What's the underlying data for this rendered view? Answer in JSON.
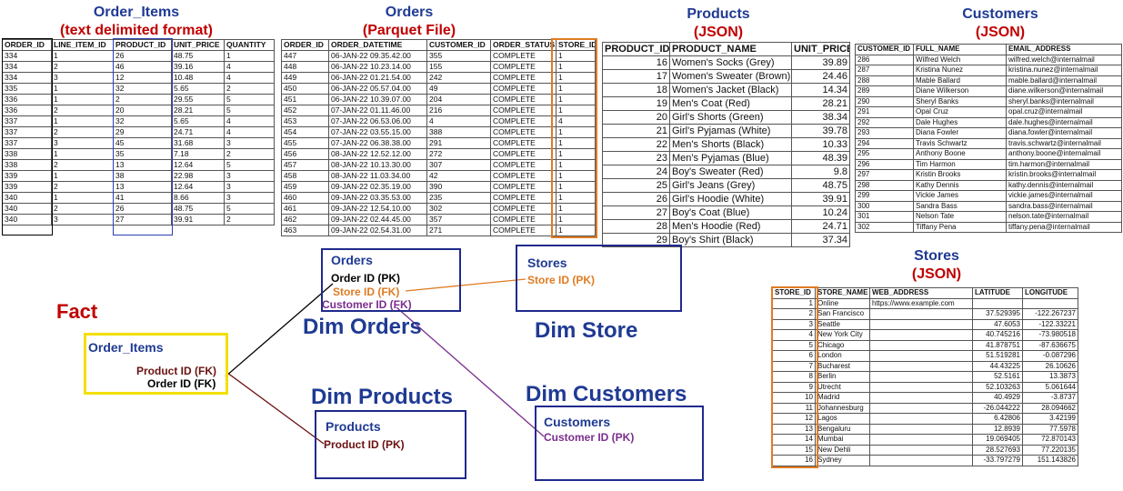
{
  "titles": {
    "order_items": [
      "Order_Items",
      "(text delimited format)"
    ],
    "orders": [
      "Orders",
      "(Parquet File)"
    ],
    "products": [
      "Products",
      "(JSON)"
    ],
    "customers": [
      "Customers",
      "(JSON)"
    ],
    "stores": [
      "Stores",
      "(JSON)"
    ]
  },
  "tables": {
    "order_items": {
      "headers": [
        "ORDER_ID",
        "LINE_ITEM_ID",
        "PRODUCT_ID",
        "UNIT_PRICE",
        "QUANTITY"
      ],
      "rows": [
        [
          "334",
          "1",
          "26",
          "48.75",
          "1"
        ],
        [
          "334",
          "2",
          "46",
          "39.16",
          "4"
        ],
        [
          "334",
          "3",
          "12",
          "10.48",
          "4"
        ],
        [
          "335",
          "1",
          "32",
          "5.65",
          "2"
        ],
        [
          "336",
          "1",
          "2",
          "29.55",
          "5"
        ],
        [
          "336",
          "2",
          "20",
          "28.21",
          "5"
        ],
        [
          "337",
          "1",
          "32",
          "5.65",
          "4"
        ],
        [
          "337",
          "2",
          "29",
          "24.71",
          "4"
        ],
        [
          "337",
          "3",
          "45",
          "31.68",
          "3"
        ],
        [
          "338",
          "1",
          "35",
          "7.18",
          "2"
        ],
        [
          "338",
          "2",
          "13",
          "12.64",
          "5"
        ],
        [
          "339",
          "1",
          "38",
          "22.98",
          "3"
        ],
        [
          "339",
          "2",
          "13",
          "12.64",
          "3"
        ],
        [
          "340",
          "1",
          "41",
          "8.66",
          "3"
        ],
        [
          "340",
          "2",
          "26",
          "48.75",
          "5"
        ],
        [
          "340",
          "3",
          "27",
          "39.91",
          "2"
        ]
      ]
    },
    "orders": {
      "headers": [
        "ORDER_ID",
        "ORDER_DATETIME",
        "CUSTOMER_ID",
        "ORDER_STATUS",
        "STORE_ID"
      ],
      "rows": [
        [
          "447",
          "06-JAN-22 09.35.42.00",
          "355",
          "COMPLETE",
          "1"
        ],
        [
          "448",
          "06-JAN-22 10.23.14.00",
          "155",
          "COMPLETE",
          "1"
        ],
        [
          "449",
          "06-JAN-22 01.21.54.00",
          "242",
          "COMPLETE",
          "1"
        ],
        [
          "450",
          "06-JAN-22 05.57.04.00",
          "49",
          "COMPLETE",
          "1"
        ],
        [
          "451",
          "06-JAN-22 10.39.07.00",
          "204",
          "COMPLETE",
          "1"
        ],
        [
          "452",
          "07-JAN-22 01.11.46.00",
          "216",
          "COMPLETE",
          "1"
        ],
        [
          "453",
          "07-JAN-22 06.53.06.00",
          "4",
          "COMPLETE",
          "4"
        ],
        [
          "454",
          "07-JAN-22 03.55.15.00",
          "388",
          "COMPLETE",
          "1"
        ],
        [
          "455",
          "07-JAN-22 06.38.38.00",
          "291",
          "COMPLETE",
          "1"
        ],
        [
          "456",
          "08-JAN-22 12.52.12.00",
          "272",
          "COMPLETE",
          "1"
        ],
        [
          "457",
          "08-JAN-22 10.13.30.00",
          "307",
          "COMPLETE",
          "1"
        ],
        [
          "458",
          "08-JAN-22 11.03.34.00",
          "42",
          "COMPLETE",
          "1"
        ],
        [
          "459",
          "09-JAN-22 02.35.19.00",
          "390",
          "COMPLETE",
          "1"
        ],
        [
          "460",
          "09-JAN-22 03.35.53.00",
          "235",
          "COMPLETE",
          "1"
        ],
        [
          "461",
          "09-JAN-22 12.54.10.00",
          "302",
          "COMPLETE",
          "1"
        ],
        [
          "462",
          "09-JAN-22 02.44.45.00",
          "357",
          "COMPLETE",
          "1"
        ],
        [
          "463",
          "09-JAN-22 02.54.31.00",
          "271",
          "COMPLETE",
          "1"
        ]
      ]
    },
    "products": {
      "headers": [
        "PRODUCT_ID",
        "PRODUCT_NAME",
        "UNIT_PRICE"
      ],
      "rows": [
        [
          "16",
          "Women's Socks (Grey)",
          "39.89"
        ],
        [
          "17",
          "Women's Sweater (Brown)",
          "24.46"
        ],
        [
          "18",
          "Women's Jacket (Black)",
          "14.34"
        ],
        [
          "19",
          "Men's Coat (Red)",
          "28.21"
        ],
        [
          "20",
          "Girl's Shorts (Green)",
          "38.34"
        ],
        [
          "21",
          "Girl's Pyjamas (White)",
          "39.78"
        ],
        [
          "22",
          "Men's Shorts (Black)",
          "10.33"
        ],
        [
          "23",
          "Men's Pyjamas (Blue)",
          "48.39"
        ],
        [
          "24",
          "Boy's Sweater (Red)",
          "9.8"
        ],
        [
          "25",
          "Girl's Jeans (Grey)",
          "48.75"
        ],
        [
          "26",
          "Girl's Hoodie (White)",
          "39.91"
        ],
        [
          "27",
          "Boy's Coat (Blue)",
          "10.24"
        ],
        [
          "28",
          "Men's Hoodie (Red)",
          "24.71"
        ],
        [
          "29",
          "Boy's Shirt (Black)",
          "37.34"
        ]
      ]
    },
    "customers": {
      "headers": [
        "CUSTOMER_ID",
        "FULL_NAME",
        "EMAIL_ADDRESS"
      ],
      "rows": [
        [
          "286",
          "Wilfred Welch",
          "wilfred.welch@internalmail"
        ],
        [
          "287",
          "Kristina Nunez",
          "kristina.nunez@internalmail"
        ],
        [
          "288",
          "Mable Ballard",
          "mable.ballard@internalmail"
        ],
        [
          "289",
          "Diane Wilkerson",
          "diane.wilkerson@internalmail"
        ],
        [
          "290",
          "Sheryl Banks",
          "sheryl.banks@internalmail"
        ],
        [
          "291",
          "Opal Cruz",
          "opal.cruz@internalmail"
        ],
        [
          "292",
          "Dale Hughes",
          "dale.hughes@internalmail"
        ],
        [
          "293",
          "Diana Fowler",
          "diana.fowler@internalmail"
        ],
        [
          "294",
          "Travis Schwartz",
          "travis.schwartz@internalmail"
        ],
        [
          "295",
          "Anthony Boone",
          "anthony.boone@internalmail"
        ],
        [
          "296",
          "Tim Harmon",
          "tim.harmon@internalmail"
        ],
        [
          "297",
          "Kristin Brooks",
          "kristin.brooks@internalmail"
        ],
        [
          "298",
          "Kathy Dennis",
          "kathy.dennis@internalmail"
        ],
        [
          "299",
          "Vickie James",
          "vickie.james@internalmail"
        ],
        [
          "300",
          "Sandra Bass",
          "sandra.bass@internalmail"
        ],
        [
          "301",
          "Nelson Tate",
          "nelson.tate@internalmail"
        ],
        [
          "302",
          "Tiffany Pena",
          "tiffany.pena@internalmail"
        ]
      ]
    },
    "stores": {
      "headers": [
        "STORE_ID",
        "STORE_NAME",
        "WEB_ADDRESS",
        "LATITUDE",
        "LONGITUDE"
      ],
      "rows": [
        [
          "1",
          "Online",
          "https://www.example.com",
          "",
          ""
        ],
        [
          "2",
          "San Francisco",
          "",
          "37.529395",
          "-122.267237"
        ],
        [
          "3",
          "Seattle",
          "",
          "47.6053",
          "-122.33221"
        ],
        [
          "4",
          "New York City",
          "",
          "40.745216",
          "-73.980518"
        ],
        [
          "5",
          "Chicago",
          "",
          "41.878751",
          "-87.636675"
        ],
        [
          "6",
          "London",
          "",
          "51.519281",
          "-0.087296"
        ],
        [
          "7",
          "Bucharest",
          "",
          "44.43225",
          "26.10626"
        ],
        [
          "8",
          "Berlin",
          "",
          "52.5161",
          "13.3873"
        ],
        [
          "9",
          "Utrecht",
          "",
          "52.103263",
          "5.061644"
        ],
        [
          "10",
          "Madrid",
          "",
          "40.4929",
          "-3.8737"
        ],
        [
          "11",
          "Johannesburg",
          "",
          "-26.044222",
          "28.094662"
        ],
        [
          "12",
          "Lagos",
          "",
          "6.42806",
          "3.42199"
        ],
        [
          "13",
          "Bengaluru",
          "",
          "12.8939",
          "77.5978"
        ],
        [
          "14",
          "Mumbai",
          "",
          "19.069405",
          "72.870143"
        ],
        [
          "15",
          "New Dehli",
          "",
          "28.527693",
          "77.220135"
        ],
        [
          "16",
          "Sydney",
          "",
          "-33.797279",
          "151.143826"
        ]
      ]
    }
  },
  "diagram": {
    "fact_label": "Fact",
    "fact_box": {
      "title": "Order_Items",
      "product_fk": "Product ID (FK)",
      "order_fk": "Order ID (FK)"
    },
    "orders_box": {
      "title": "Orders",
      "order_pk": "Order ID (PK)",
      "store_fk": "Store ID (FK)",
      "customer_fk": "Customer ID (FK)"
    },
    "stores_box": {
      "title": "Stores",
      "store_pk": "Store ID (PK)"
    },
    "products_box": {
      "title": "Products",
      "product_pk": "Product ID (PK)"
    },
    "customers_box": {
      "title": "Customers",
      "customer_pk": "Customer ID (PK)"
    },
    "dim_orders": "Dim Orders",
    "dim_store": "Dim Store",
    "dim_products": "Dim Products",
    "dim_customers": "Dim Customers"
  },
  "colors": {
    "title_blue": "#1f3a93",
    "title_red": "#c00000",
    "fact_border": "#f2e000",
    "dim_border": "#1f2a8c",
    "highlight_orange": "#e07b22",
    "store_fk_orange": "#e07b22",
    "customer_purple": "#7b2d8e",
    "product_maroon": "#6b1010",
    "line_black": "#000000"
  }
}
